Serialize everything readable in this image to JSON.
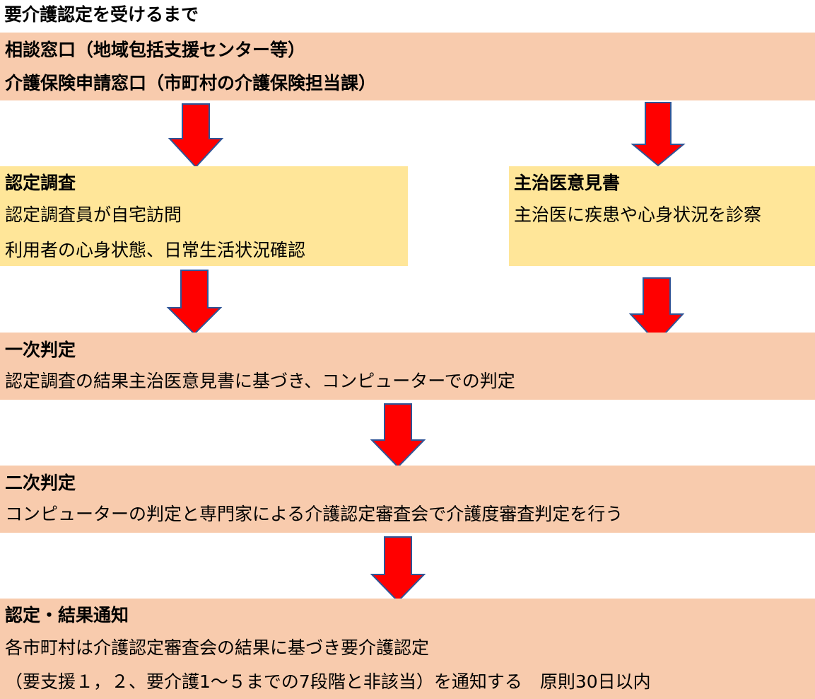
{
  "title": "要介護認定を受けるまで",
  "colors": {
    "peach_box": "#f8cbad",
    "yellow_box": "#ffe699",
    "arrow_fill": "#ff0000",
    "arrow_outline": "#2f5597"
  },
  "consultation": {
    "line1": "相談窓口（地域包括支援センター等）",
    "line2": "介護保険申請窓口（市町村の介護保険担当課）"
  },
  "survey": {
    "heading": "認定調査",
    "line1": "認定調査員が自宅訪問",
    "line2": "利用者の心身状態、日常生活状況確認"
  },
  "doctor": {
    "heading": "主治医意見書",
    "line1": "主治医に疾患や心身状況を診察"
  },
  "primary": {
    "heading": "一次判定",
    "line1": "認定調査の結果主治医意見書に基づき、コンピューターでの判定"
  },
  "secondary": {
    "heading": "二次判定",
    "line1": "コンピューターの判定と専門家による介護認定審査会で介護度審査判定を行う"
  },
  "notice": {
    "heading": "認定・結果通知",
    "line1": "各市町村は介護認定審査会の結果に基づき要介護認定",
    "line2": "（要支援１，２、要介護1～５までの7段階と非該当）を通知する　原則30日以内"
  }
}
